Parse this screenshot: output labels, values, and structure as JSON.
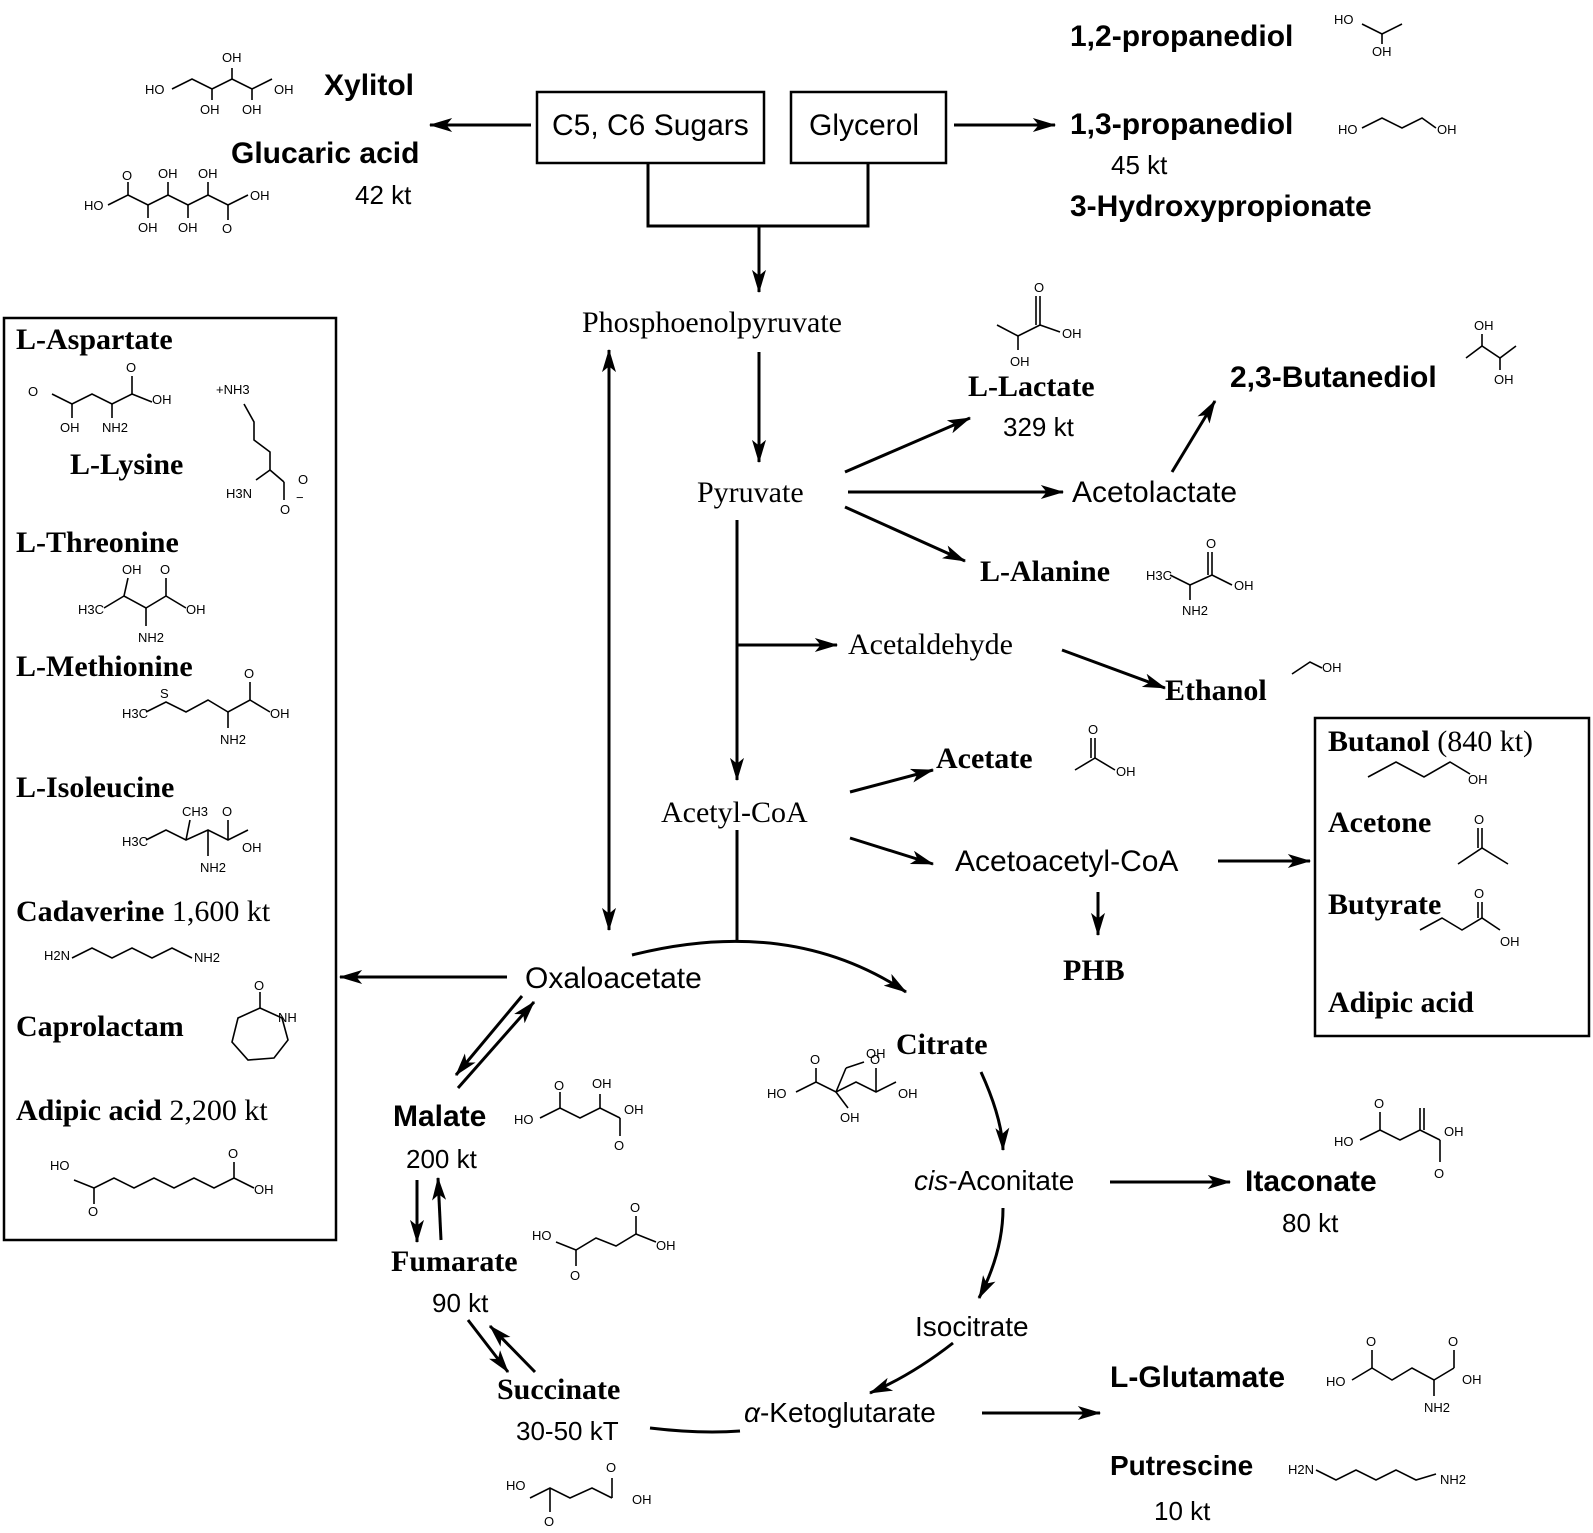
{
  "sources": {
    "sugars": "C5, C6 Sugars",
    "glycerol": "Glycerol"
  },
  "central": {
    "pep": "Phosphoenolpyruvate",
    "pyruvate": "Pyruvate",
    "acetaldehyde": "Acetaldehyde",
    "acetyl_coa": "Acetyl-CoA",
    "acetolactate": "Acetolactate",
    "acetoacetyl_coa": "Acetoacetyl-CoA",
    "oxaloacetate": "Oxaloacetate",
    "isocitrate": "Isocitrate",
    "cis_prefix": "cis",
    "aconitate": "-Aconitate",
    "alpha": "α",
    "ketoglutarate": "-Ketoglutarate"
  },
  "top_left": {
    "xylitol": "Xylitol",
    "glucaric": "Glucaric acid",
    "glucaric_amount": "42 kt"
  },
  "top_right": {
    "propanediol12": "1,2-propanediol",
    "propanediol13": "1,3-propanediol",
    "propanediol13_amount": "45 kt",
    "hydroxypropionate": "3-Hydroxypropionate"
  },
  "products": {
    "lactate": "L-Lactate",
    "lactate_amount": "329 kt",
    "butanediol": "2,3-Butanediol",
    "alanine": "L-Alanine",
    "ethanol": "Ethanol",
    "acetate": "Acetate",
    "phb": "PHB",
    "citrate": "Citrate",
    "itaconate": "Itaconate",
    "itaconate_amount": "80 kt",
    "glutamate": "L-Glutamate",
    "putrescine": "Putrescine",
    "putrescine_amount": "10 kt",
    "malate": "Malate",
    "malate_amount": "200 kt",
    "fumarate": "Fumarate",
    "fumarate_amount": "90 kt",
    "succinate": "Succinate",
    "succinate_amount": "30-50 kT"
  },
  "left_box": {
    "aspartate": "L-Aspartate",
    "lysine": "L-Lysine",
    "threonine": "L-Threonine",
    "methionine": "L-Methionine",
    "isoleucine": "L-Isoleucine",
    "cadaverine": "Cadaverine",
    "cadaverine_amount": "1,600 kt",
    "caprolactam": "Caprolactam",
    "adipic": "Adipic acid",
    "adipic_amount": "2,200 kt"
  },
  "right_box": {
    "butanol": "Butanol",
    "butanol_amount": "(840 kt)",
    "acetone": "Acetone",
    "butyrate": "Butyrate",
    "adipic": "Adipic acid"
  },
  "chem_labels": {
    "oh": "OH",
    "ho": "HO",
    "o": "O",
    "nh2": "NH2",
    "h2n": "H2N",
    "h3c": "H3C",
    "ch3": "CH3",
    "nh3": "+NH3",
    "h3n": "H3N",
    "nh": "NH",
    "s": "S",
    "minus": "−",
    "plus": "+"
  }
}
